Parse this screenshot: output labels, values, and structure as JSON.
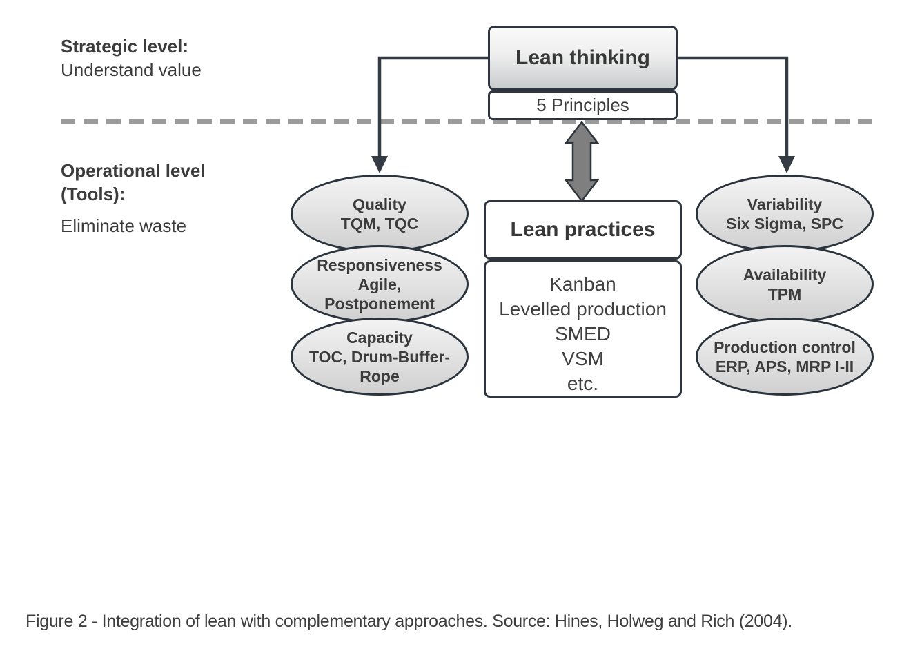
{
  "header": {
    "strategic": {
      "title": "Strategic level:",
      "subtitle": "Understand value"
    },
    "operational": {
      "title": "Operational level\n(Tools):",
      "subtitle": "Eliminate waste"
    }
  },
  "lean_thinking": {
    "title": "Lean thinking",
    "principles": "5 Principles"
  },
  "lean_practices": {
    "title": "Lean practices",
    "items": [
      "Kanban",
      "Levelled production",
      "SMED",
      "VSM",
      "etc."
    ]
  },
  "left_ovals": [
    {
      "title": "Quality",
      "sub": "TQM, TQC"
    },
    {
      "title": "Responsiveness",
      "sub": "Agile,\nPostponement"
    },
    {
      "title": "Capacity",
      "sub": "TOC, Drum-Buffer-\nRope"
    }
  ],
  "right_ovals": [
    {
      "title": "Variability",
      "sub": "Six Sigma, SPC"
    },
    {
      "title": "Availability",
      "sub": "TPM"
    },
    {
      "title": "Production control",
      "sub": "ERP, APS, MRP I-II"
    }
  ],
  "caption": {
    "text": "Figure 2 - Integration of lean with complementary approaches. Source: Hines, Holweg and Rich (2004)."
  },
  "colors": {
    "border_dark": "#2e3540",
    "text_dark": "#3c3c3c",
    "dashed_divider": "#9b9b9b",
    "arrow_stroke": "#353b42",
    "double_arrow_fill": "#7f7f7f",
    "gradient_light": "#fafafa",
    "gradient_dark": "#c8cbcd"
  }
}
